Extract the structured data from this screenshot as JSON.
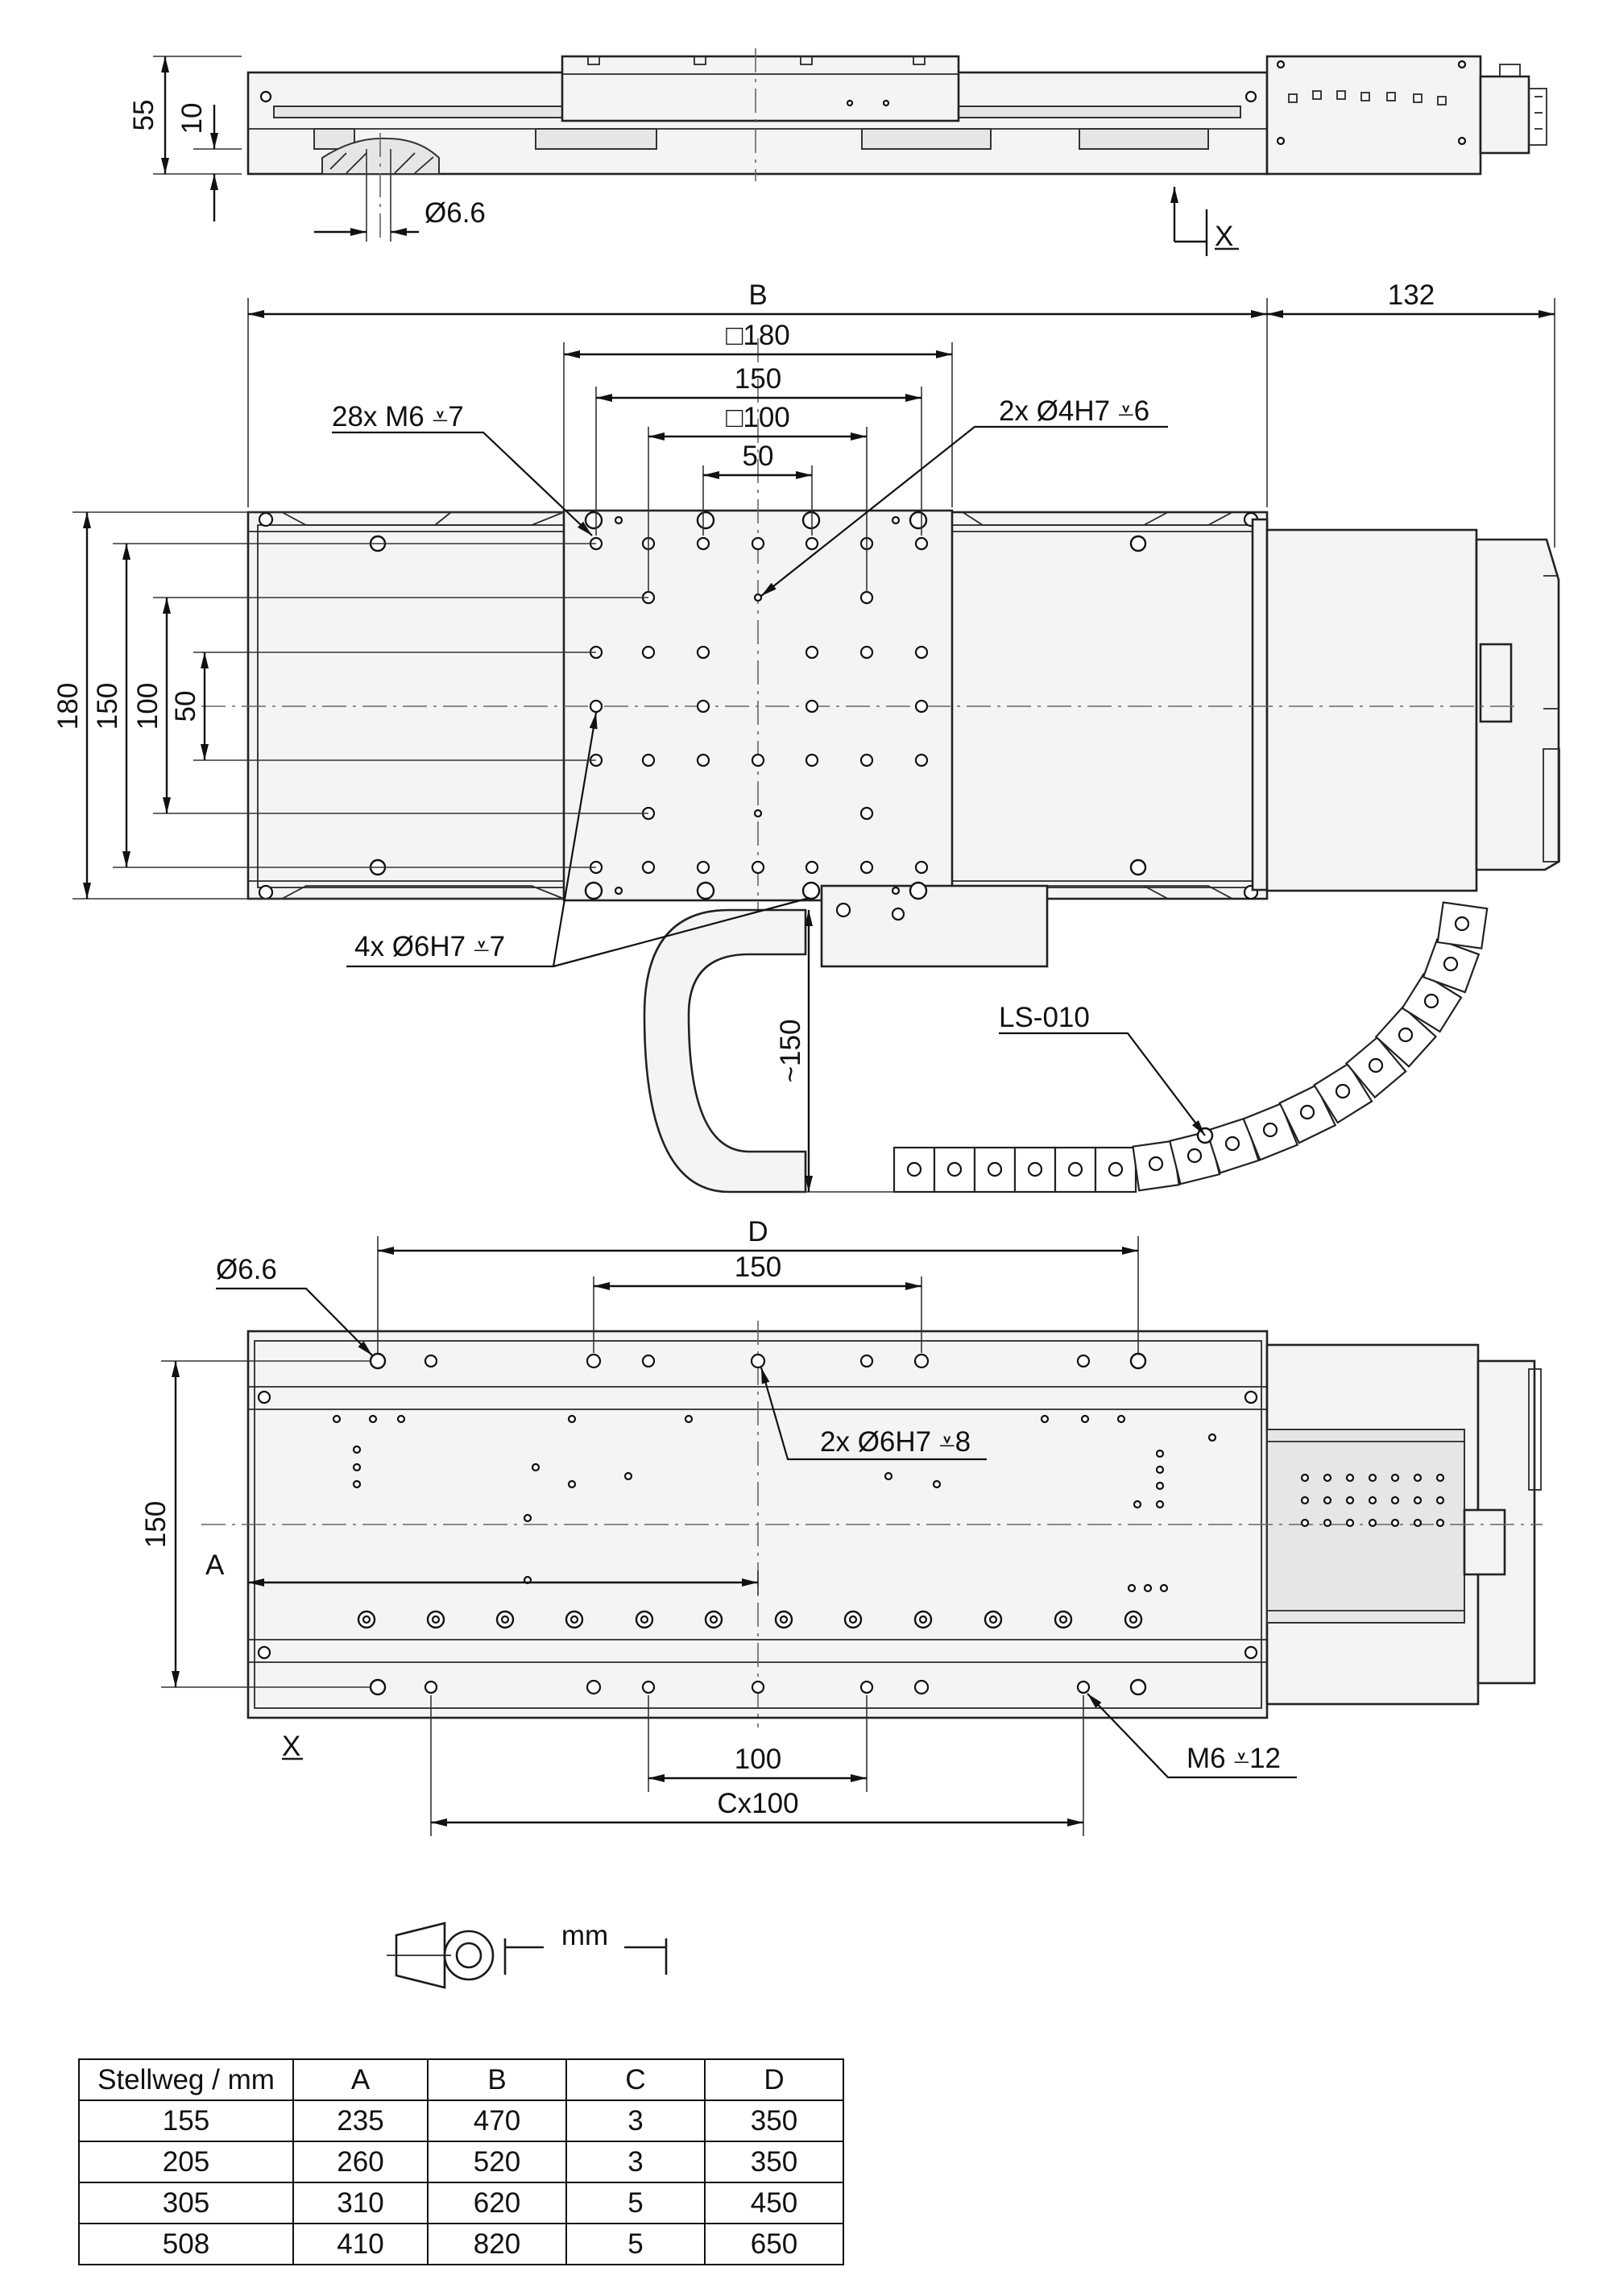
{
  "side_view": {
    "dim_height": "55",
    "dim_slot": "10",
    "dim_hole": "Ø6.6",
    "section_label": "X"
  },
  "top_view": {
    "dim_B": "B",
    "dim_motor": "132",
    "dim_plate": "□180",
    "dim_150": "150",
    "dim_square100": "□100",
    "dim_50": "50",
    "callout_m6": "28x M6 ⩡7",
    "callout_h7_4": "2x Ø4H7 ⩡6",
    "callout_h7_6": "4x Ø6H7 ⩡7",
    "dim_v180": "180",
    "dim_v150": "150",
    "dim_v100": "100",
    "dim_v50": "50",
    "dim_cable": "~150",
    "cable_chain": "LS-010"
  },
  "bottom_view": {
    "dim_D": "D",
    "dim_150": "150",
    "dim_hole": "Ø6.6",
    "callout_h7_8": "2x Ø6H7 ⩡8",
    "dim_v150": "150",
    "dim_A": "A",
    "section_label": "X",
    "dim_100": "100",
    "dim_Cx100": "Cx100",
    "callout_m6": "M6 ⩡12"
  },
  "units": {
    "label": "mm"
  },
  "table": {
    "headers": [
      "Stellweg / mm",
      "A",
      "B",
      "C",
      "D"
    ],
    "rows": [
      [
        "155",
        "235",
        "470",
        "3",
        "350"
      ],
      [
        "205",
        "260",
        "520",
        "3",
        "350"
      ],
      [
        "305",
        "310",
        "620",
        "5",
        "450"
      ],
      [
        "508",
        "410",
        "820",
        "5",
        "650"
      ]
    ]
  }
}
